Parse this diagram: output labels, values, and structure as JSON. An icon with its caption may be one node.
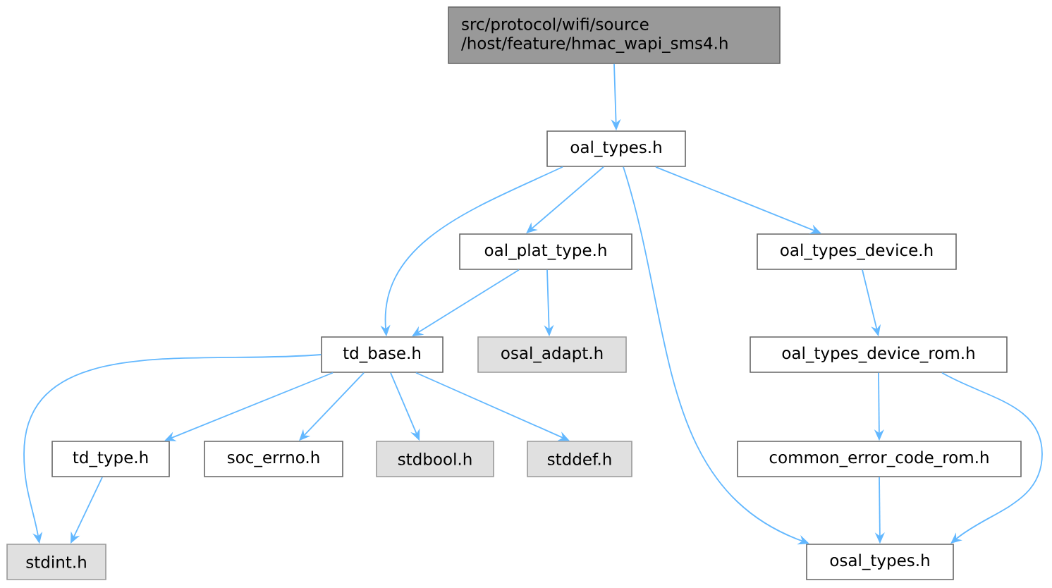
{
  "diagram": {
    "nodes": [
      {
        "text": [
          "src/protocol/wifi/source /host/feature/hmac_wapi_sms4.h"
        ]
      },
      {
        "text": [
          "oal_types.h"
        ]
      },
      {
        "text": [
          "oal_plat_type.h"
        ]
      },
      {
        "text": [
          "oal_types_device.h"
        ]
      },
      {
        "text": [
          "td_base.h"
        ]
      },
      {
        "text": [
          "osal_adapt.h"
        ]
      },
      {
        "text": [
          "oal_types_device_rom.h"
        ]
      },
      {
        "text": [
          "td_type.h"
        ]
      },
      {
        "text": [
          "soc_errno.h"
        ]
      },
      {
        "text": [
          "stdbool.h"
        ]
      },
      {
        "text": [
          "stddef.h"
        ]
      },
      {
        "text": [
          "common_error_code_rom.h"
        ]
      },
      {
        "text": [
          "stdint.h"
        ]
      },
      {
        "text": [
          "osal_types.h"
        ]
      }
    ],
    "edges": [
      {
        "from": 0,
        "to": 1,
        "arrow": "to"
      },
      {
        "from": 1,
        "to": 4,
        "arrow": "to"
      },
      {
        "from": 1,
        "to": 2,
        "arrow": "to"
      },
      {
        "from": 1,
        "to": 13,
        "arrow": "to"
      },
      {
        "from": 1,
        "to": 3,
        "arrow": "to"
      },
      {
        "from": 2,
        "to": 4,
        "arrow": "to"
      },
      {
        "from": 2,
        "to": 5,
        "arrow": "to"
      },
      {
        "from": 3,
        "to": 6,
        "arrow": "to"
      },
      {
        "from": 4,
        "to": 12,
        "arrow": "to"
      },
      {
        "from": 4,
        "to": 7,
        "arrow": "to"
      },
      {
        "from": 4,
        "to": 8,
        "arrow": "to"
      },
      {
        "from": 4,
        "to": 9,
        "arrow": "to"
      },
      {
        "from": 4,
        "to": 10,
        "arrow": "to"
      },
      {
        "from": 6,
        "to": 11,
        "arrow": "to"
      },
      {
        "from": 6,
        "to": 13,
        "arrow": "to"
      },
      {
        "from": 7,
        "to": 12,
        "arrow": "to"
      },
      {
        "from": 11,
        "to": 13,
        "arrow": "to"
      }
    ]
  }
}
